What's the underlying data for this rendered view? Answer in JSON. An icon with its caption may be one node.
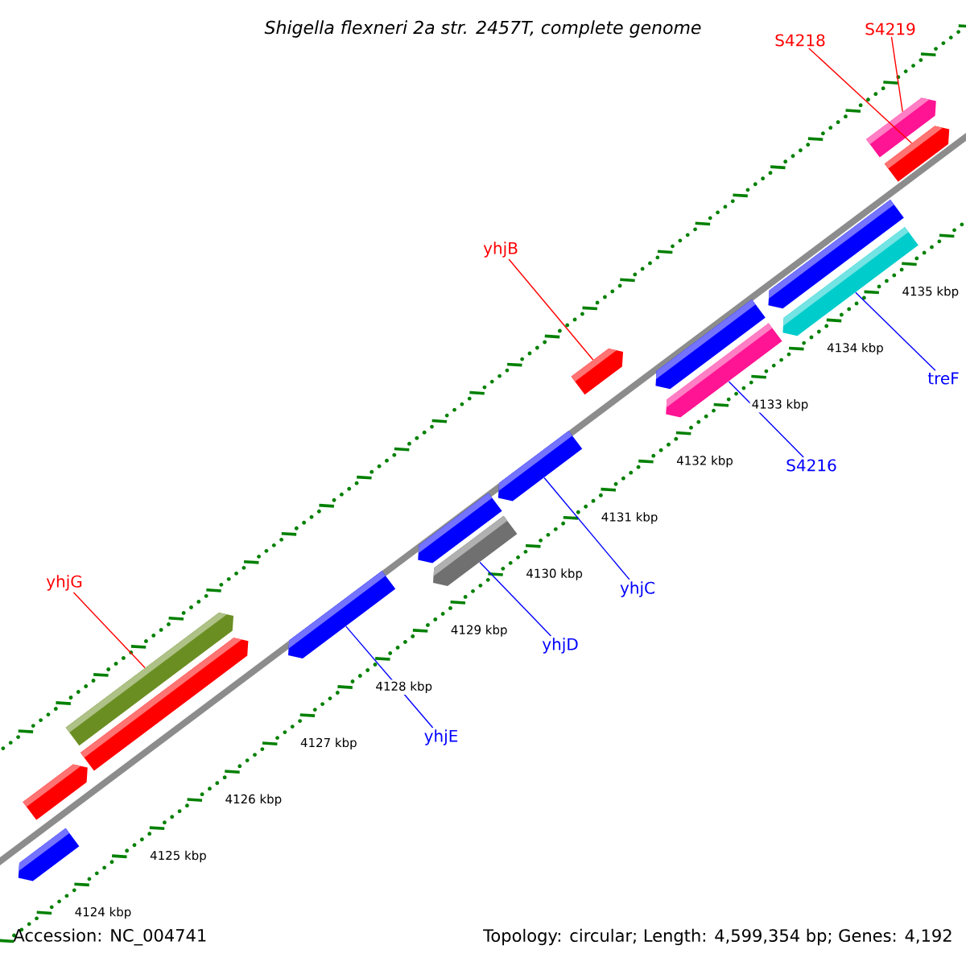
{
  "diagram": {
    "title": "Shigella flexneri 2a str. 2457T, complete genome",
    "nodes": [
      {
        "text": [
          "S4219"
        ]
      },
      {
        "text": [
          "S4218"
        ]
      },
      {
        "text": [
          "yhjB"
        ]
      },
      {
        "text": [
          "treF"
        ]
      },
      {
        "text": [
          "S4216"
        ]
      },
      {
        "text": [
          "yhjC"
        ]
      },
      {
        "text": [
          "yhjD"
        ]
      },
      {
        "text": [
          "yhjE"
        ]
      },
      {
        "text": [
          "yhjG"
        ]
      },
      {
        "text": [],
        "shape": "bar"
      },
      {
        "text": [],
        "shape": "bar"
      },
      {
        "text": [],
        "shape": "bar"
      },
      {
        "text": [],
        "shape": "bar"
      },
      {
        "text": [],
        "shape": "bar"
      },
      {
        "text": [],
        "shape": "bar"
      },
      {
        "text": [],
        "shape": "bar"
      },
      {
        "text": [],
        "shape": "bar"
      },
      {
        "text": [],
        "shape": "bar"
      },
      {
        "text": [],
        "shape": "bar"
      },
      {
        "text": [],
        "shape": "bar"
      },
      {
        "text": [],
        "shape": "bar"
      },
      {
        "text": [],
        "shape": "bar"
      },
      {
        "text": [],
        "shape": "bar"
      },
      {
        "text": [],
        "shape": "bar"
      }
    ],
    "edges": [
      {
        "from": 0,
        "to": 9,
        "arrow": "none",
        "color": "#ff0000"
      },
      {
        "from": 1,
        "to": 10,
        "arrow": "none",
        "color": "#ff0000"
      },
      {
        "from": 2,
        "to": 13,
        "arrow": "none",
        "color": "#ff0000"
      },
      {
        "from": 3,
        "to": 12,
        "arrow": "none"
      },
      {
        "from": 4,
        "to": 15,
        "arrow": "none"
      },
      {
        "from": 5,
        "to": 16,
        "arrow": "none"
      },
      {
        "from": 6,
        "to": 18,
        "arrow": "none"
      },
      {
        "from": 7,
        "to": 19,
        "arrow": "none"
      },
      {
        "from": 8,
        "to": 20,
        "arrow": "none",
        "color": "#ff0000"
      }
    ],
    "labels": [
      "4124 kbp",
      "4125 kbp",
      "4126 kbp",
      "4127 kbp",
      "4128 kbp",
      "4129 kbp",
      "4130 kbp",
      "4131 kbp",
      "4132 kbp",
      "4133 kbp",
      "4134 kbp",
      "4135 kbp",
      "Accession: NC_004741",
      "Topology: circular; Length: 4,599,354 bp; Genes: 4,192"
    ]
  }
}
